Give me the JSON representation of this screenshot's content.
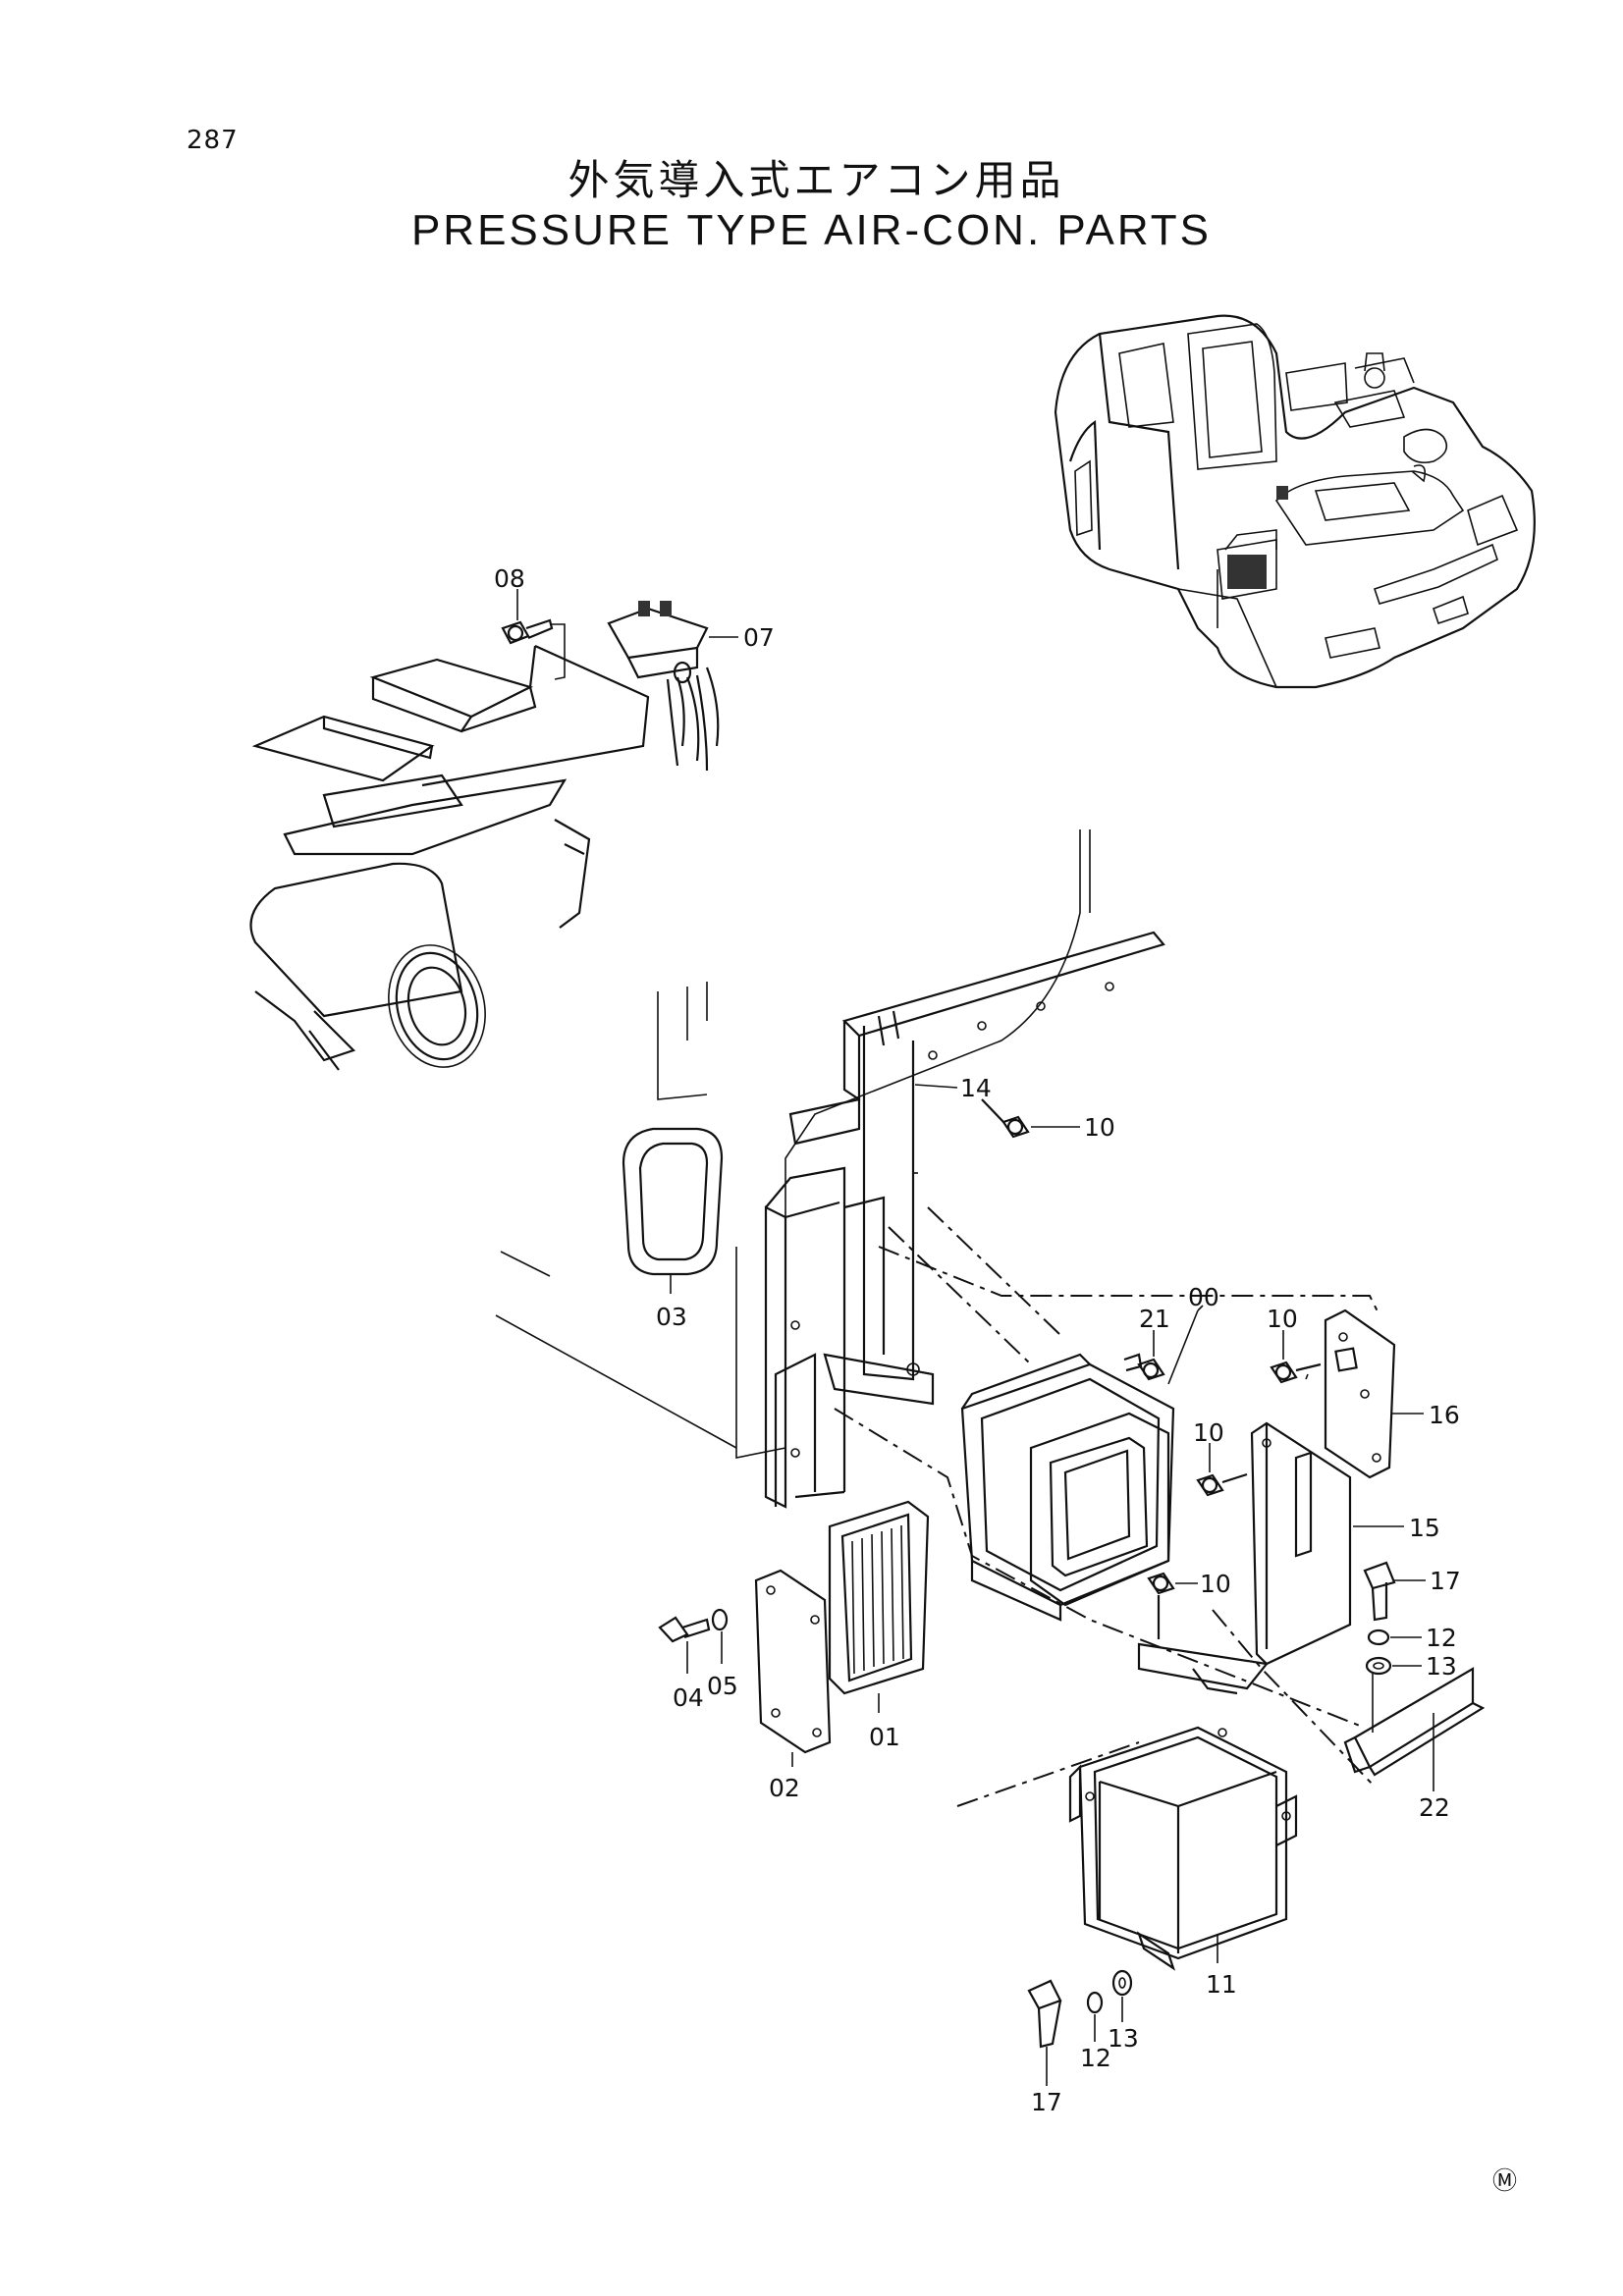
{
  "page_number": "287",
  "title_jp": "外気導入式エアコン用品",
  "title_en": "PRESSURE TYPE AIR-CON. PARTS",
  "mark": "Ⓜ",
  "callouts": {
    "c00": "00",
    "c01": "01",
    "c02": "02",
    "c03": "03",
    "c04": "04",
    "c05": "05",
    "c07": "07",
    "c08": "08",
    "c10a": "10",
    "c10b": "10",
    "c10c": "10",
    "c10d": "10",
    "c11": "11",
    "c12a": "12",
    "c12b": "12",
    "c13a": "13",
    "c13b": "13",
    "c14": "14",
    "c15": "15",
    "c16": "16",
    "c17a": "17",
    "c17b": "17",
    "c21": "21",
    "c22": "22"
  }
}
